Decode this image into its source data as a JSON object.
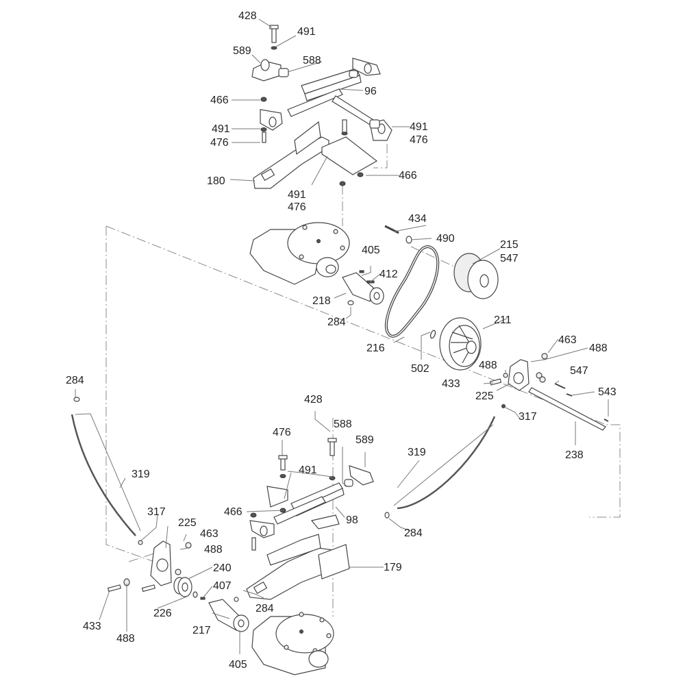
{
  "diagram": {
    "type": "exploded-parts-diagram",
    "colors": {
      "line": "#444444",
      "text": "#222222",
      "leader": "#777777"
    },
    "labels": [
      {
        "id": "l428a",
        "text": "428"
      },
      {
        "id": "l491a",
        "text": "491"
      },
      {
        "id": "l589a",
        "text": "589"
      },
      {
        "id": "l588a",
        "text": "588"
      },
      {
        "id": "l96",
        "text": "96"
      },
      {
        "id": "l466a",
        "text": "466"
      },
      {
        "id": "l491b",
        "text": "491"
      },
      {
        "id": "l476b",
        "text": "476"
      },
      {
        "id": "l491c",
        "text": "491"
      },
      {
        "id": "l476c",
        "text": "476"
      },
      {
        "id": "l180",
        "text": "180"
      },
      {
        "id": "l466b",
        "text": "466"
      },
      {
        "id": "l491d",
        "text": "491"
      },
      {
        "id": "l476d",
        "text": "476"
      },
      {
        "id": "l434",
        "text": "434"
      },
      {
        "id": "l490",
        "text": "490"
      },
      {
        "id": "l215",
        "text": "215"
      },
      {
        "id": "l547a",
        "text": "547"
      },
      {
        "id": "l405a",
        "text": "405"
      },
      {
        "id": "l412",
        "text": "412"
      },
      {
        "id": "l218",
        "text": "218"
      },
      {
        "id": "l284a",
        "text": "284"
      },
      {
        "id": "l216",
        "text": "216"
      },
      {
        "id": "l211",
        "text": "211"
      },
      {
        "id": "l502",
        "text": "502"
      },
      {
        "id": "l463a",
        "text": "463"
      },
      {
        "id": "l488a",
        "text": "488"
      },
      {
        "id": "l488b",
        "text": "488"
      },
      {
        "id": "l547b",
        "text": "547"
      },
      {
        "id": "l433a",
        "text": "433"
      },
      {
        "id": "l543",
        "text": "543"
      },
      {
        "id": "l225a",
        "text": "225"
      },
      {
        "id": "l317a",
        "text": "317"
      },
      {
        "id": "l238",
        "text": "238"
      },
      {
        "id": "l284b",
        "text": "284"
      },
      {
        "id": "l428b",
        "text": "428"
      },
      {
        "id": "l476e",
        "text": "476"
      },
      {
        "id": "l588b",
        "text": "588"
      },
      {
        "id": "l589b",
        "text": "589"
      },
      {
        "id": "l319a",
        "text": "319"
      },
      {
        "id": "l319b",
        "text": "319"
      },
      {
        "id": "l491e",
        "text": "491"
      },
      {
        "id": "l317b",
        "text": "317"
      },
      {
        "id": "l225b",
        "text": "225"
      },
      {
        "id": "l466c",
        "text": "466"
      },
      {
        "id": "l98",
        "text": "98"
      },
      {
        "id": "l463b",
        "text": "463"
      },
      {
        "id": "l488c",
        "text": "488"
      },
      {
        "id": "l284c",
        "text": "284"
      },
      {
        "id": "l179",
        "text": "179"
      },
      {
        "id": "l240",
        "text": "240"
      },
      {
        "id": "l407",
        "text": "407"
      },
      {
        "id": "l226",
        "text": "226"
      },
      {
        "id": "l284d",
        "text": "284"
      },
      {
        "id": "l433b",
        "text": "433"
      },
      {
        "id": "l488d",
        "text": "488"
      },
      {
        "id": "l217",
        "text": "217"
      },
      {
        "id": "l405b",
        "text": "405"
      }
    ]
  }
}
